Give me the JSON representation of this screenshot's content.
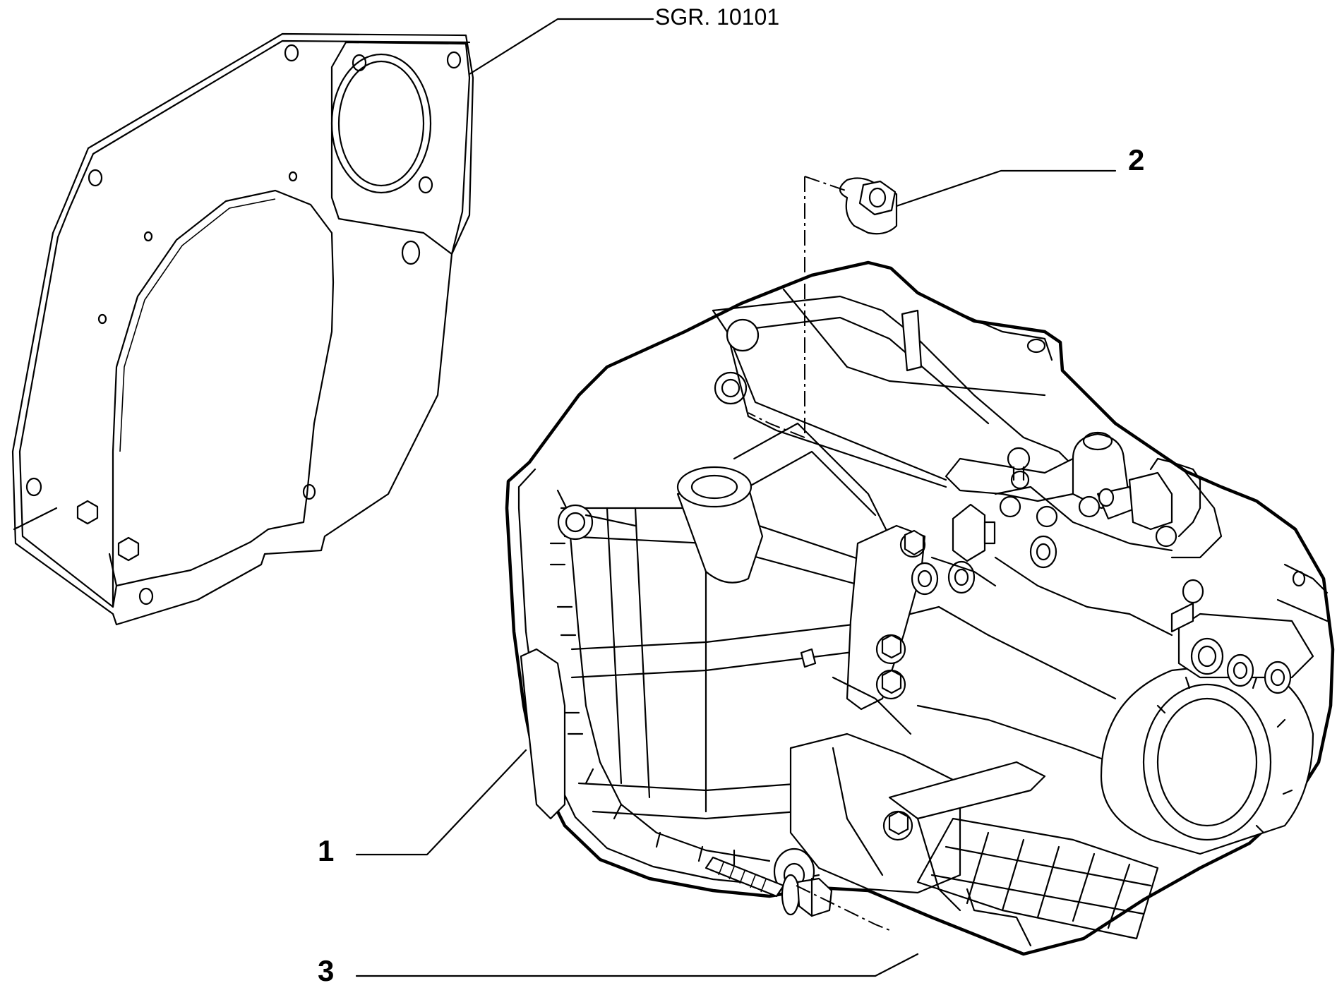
{
  "diagram": {
    "group_reference": "SGR. 10101",
    "callouts": [
      {
        "id": "1",
        "label": "1"
      },
      {
        "id": "2",
        "label": "2"
      },
      {
        "id": "3",
        "label": "3"
      }
    ]
  }
}
